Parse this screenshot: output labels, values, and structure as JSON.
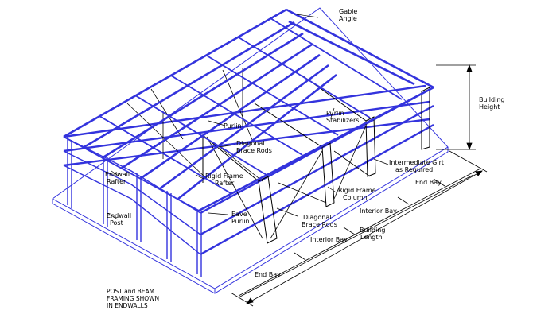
{
  "labels": {
    "gable_angle": [
      "Gable",
      "Angle"
    ],
    "purlin": "Purlin",
    "purlin_stabilizers": [
      "Purlin",
      "Stabilizers"
    ],
    "building_height": [
      "Building",
      "Height"
    ],
    "diagonal_brace_rods_top": [
      "Diagonal",
      "Brace Rods"
    ],
    "intermediate_girt": [
      "Intermediate Girt",
      "as Required"
    ],
    "endwall_rafter": [
      "Endwall",
      "Rafter"
    ],
    "rigid_frame_rafter": [
      "Rigid Frame",
      "Rafter"
    ],
    "rigid_frame_column": [
      "Rigid Frame",
      "Column"
    ],
    "end_bay_right": "End Bay",
    "interior_bay_right": "Interior Bay",
    "endwall_post": [
      "Endwall",
      "Post"
    ],
    "eave_purlin": [
      "Eave",
      "Purlin"
    ],
    "diagonal_brace_rods_bottom": [
      "Diagonal",
      "Brace Rods"
    ],
    "building_length": [
      "Building",
      "Length"
    ],
    "interior_bay_bottom": "Interior Bay",
    "end_bay_bottom": "End Bay"
  },
  "caption": [
    "POST and BEAM",
    "FRAMING SHOWN",
    "IN ENDWALLS"
  ],
  "colors": {
    "framing": "#3333dd",
    "line": "#000000",
    "background": "#ffffff"
  }
}
